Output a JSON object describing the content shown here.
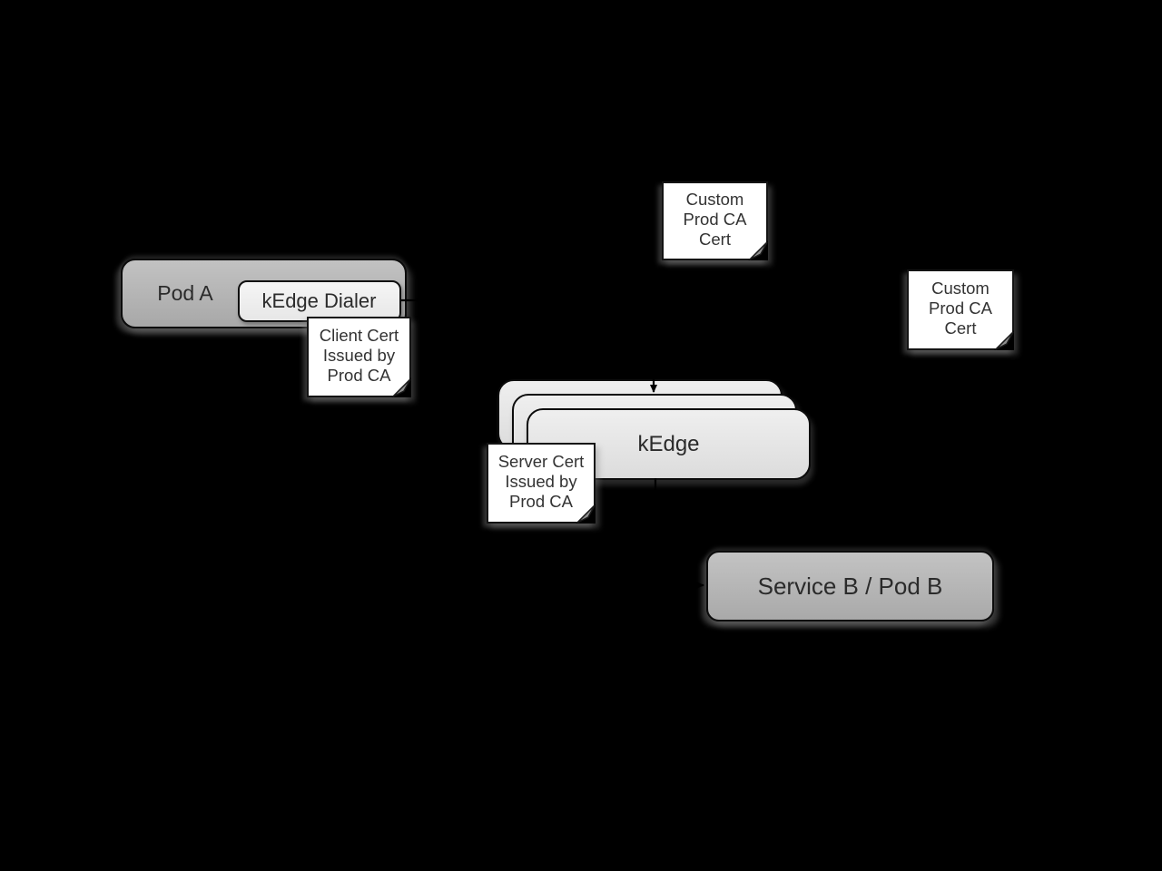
{
  "diagram": {
    "background_color": "#000000",
    "arrow_color": "#000000",
    "text_color": "#2b2b2b",
    "nodes": {
      "pod_a": {
        "label": "Pod A",
        "fill": "#b3b3b3"
      },
      "kedge_dialer": {
        "label": "kEdge Dialer",
        "fill": "#eeeeee"
      },
      "kedge": {
        "label": "kEdge",
        "fill": "#e4e4e4",
        "stacked_copies": 3
      },
      "service_b": {
        "label": "Service B / Pod B",
        "fill": "#b5b5b5"
      }
    },
    "notes": {
      "client_cert": {
        "text": "Client Cert\nIssued by\nProd CA",
        "fill": "#ffffff"
      },
      "custom_ca_top": {
        "text": "Custom\nProd CA\nCert",
        "fill": "#ffffff"
      },
      "custom_ca_right": {
        "text": "Custom\nProd CA\nCert",
        "fill": "#ffffff"
      },
      "server_cert": {
        "text": "Server Cert\nIssued by\nProd CA",
        "fill": "#ffffff"
      }
    },
    "arrows": {
      "dialer_to_kedge": {
        "from": "kEdge Dialer",
        "to": "kEdge"
      },
      "kedge_to_service_b": {
        "from": "kEdge",
        "to": "Service B / Pod B"
      }
    }
  }
}
